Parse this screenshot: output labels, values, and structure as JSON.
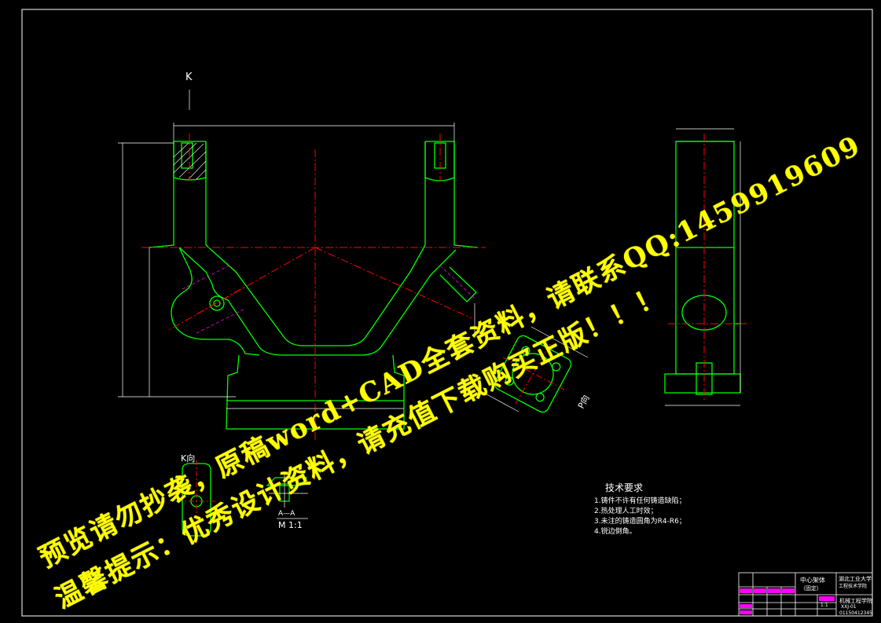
{
  "drawing": {
    "background": "#000000",
    "colors": {
      "outline": "#00ff00",
      "center": "#ff0000",
      "dimension": "#ffffff",
      "hidden": "#ff00ff",
      "frame": "#ffffff",
      "table_label": "#ff00ff"
    },
    "view_labels": {
      "k_arrow": "K",
      "k_view": "K向",
      "p_view": "P向",
      "section_aa": "A—A",
      "section_scale": "M 1:1"
    },
    "tech_requirements": {
      "title": "技术要求",
      "items": [
        "1.铸件不许有任何铸造缺陷；",
        "2.热处理人工时效；",
        "3.未注的铸造圆角为R4-R6；",
        "4.锐边倒角。"
      ]
    },
    "title_block": {
      "part_name": "中心架体",
      "part_sub": "（固定）",
      "school": "湖北工业大学",
      "school_sub": "工程技术学院",
      "dept": "机械工程学院",
      "drawing_no": "XXJ-01",
      "scale": "1:1",
      "author": "01150412345"
    },
    "watermarks": {
      "line1": "预览请勿抄袭，原稿word+CAD全套资料，请联系QQ:1459919609",
      "line2": "温馨提示：优秀设计资料，请充值下载购买正版！！！"
    }
  }
}
